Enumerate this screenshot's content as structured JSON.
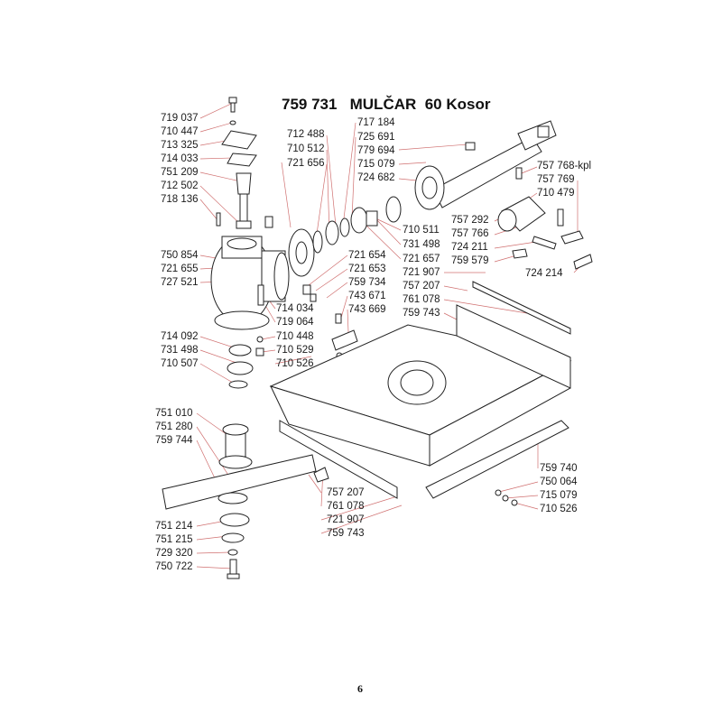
{
  "title": "759 731   MULČAR  60 Kosor",
  "page_number": "6",
  "colors": {
    "leader_lines": "#d07070",
    "ink": "#222222"
  },
  "labels": {
    "l719037": "719 037",
    "l710447": "710 447",
    "l713325": "713 325",
    "l714033": "714 033",
    "l751209": "751 209",
    "l712502": "712 502",
    "l718136": "718 136",
    "l712488": "712 488",
    "l710512": "710 512",
    "l721656": "721 656",
    "l717184": "717 184",
    "l725691": "725 691",
    "l779694": "779 694",
    "l715079a": "715 079",
    "l724682": "724 682",
    "l757768": "757 768-kpl",
    "l757769": "757 769",
    "l710479": "710 479",
    "l757292": "757 292",
    "l757766": "757 766",
    "l724211": "724 211",
    "l759579": "759 579",
    "l724214": "724 214",
    "l710511": "710 511",
    "l731498a": "731 498",
    "l721657": "721 657",
    "l750854": "750 854",
    "l721655": "721 655",
    "l727521": "727 521",
    "l721654": "721 654",
    "l721653": "721 653",
    "l759734": "759 734",
    "l743671": "743 671",
    "l743669": "743 669",
    "l721907a": "721 907",
    "l757207a": "757 207",
    "l761078a": "761 078",
    "l759743a": "759 743",
    "l714034": "714 034",
    "l719064": "719 064",
    "l714092": "714 092",
    "l731498b": "731 498",
    "l710507": "710 507",
    "l710448": "710 448",
    "l710529": "710 529",
    "l710526a": "710 526",
    "l751010": "751 010",
    "l751280": "751 280",
    "l759744": "759 744",
    "l751214": "751 214",
    "l751215": "751 215",
    "l729320": "729 320",
    "l750722": "750 722",
    "l757207b": "757 207",
    "l761078b": "761 078",
    "l721907b": "721 907",
    "l759743b": "759 743",
    "l759740": "759 740",
    "l750064": "750 064",
    "l715079b": "715 079",
    "l710526b": "710 526"
  }
}
